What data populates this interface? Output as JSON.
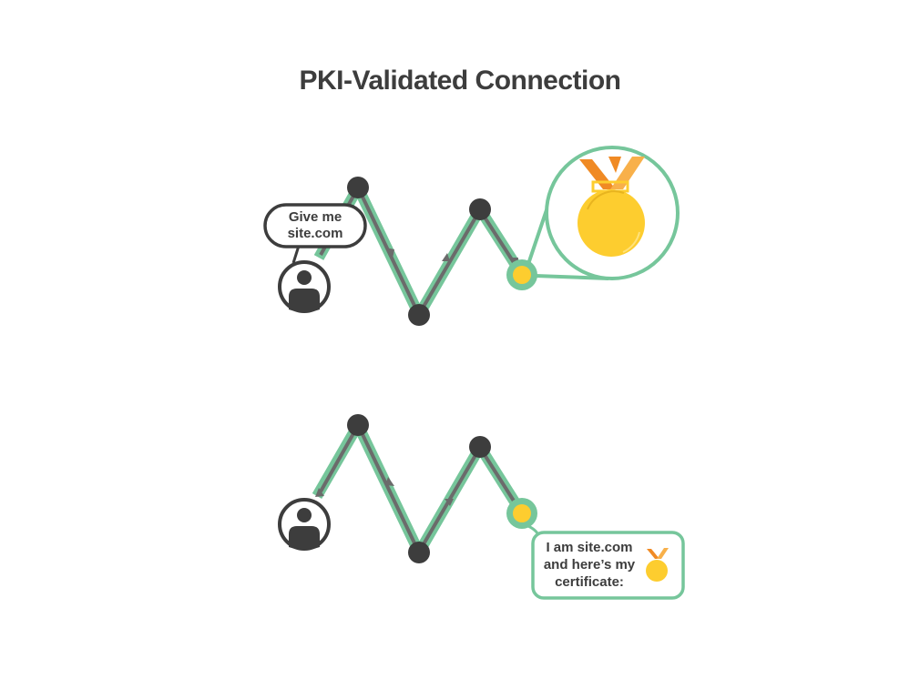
{
  "title": "PKI-Validated Connection",
  "colors": {
    "green": "#76c69b",
    "dark": "#3d3d3d",
    "arrow": "#6b6b6b",
    "gold": "#fdcd2f",
    "ribbon_dark": "#f08a24",
    "ribbon_light": "#f8b04a"
  },
  "top_panel": {
    "request_bubble": [
      "Give me",
      "site.com"
    ],
    "user_icon": "user-icon",
    "server_icon": "medal-icon",
    "direction": "request"
  },
  "bottom_panel": {
    "response_bubble": [
      "I am site.com",
      "and here’s my",
      "certificate:"
    ],
    "user_icon": "user-icon",
    "server_icon": "medal-icon",
    "direction": "response"
  }
}
